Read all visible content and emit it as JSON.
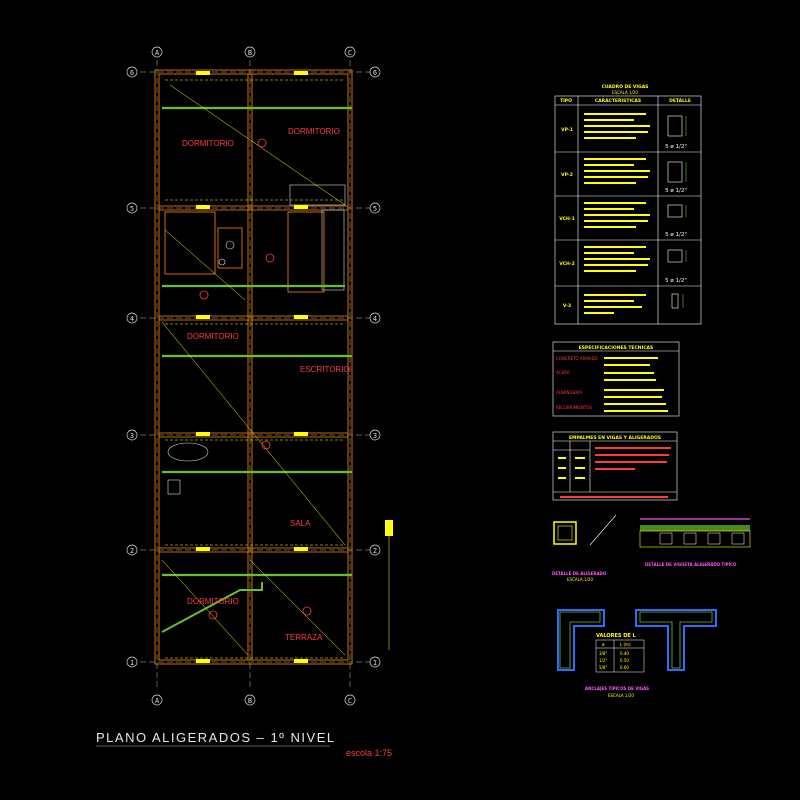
{
  "title": "PLANO ALIGERADOS – 1º NIVEL",
  "scale_label": "escola 1:75",
  "grid_letters": [
    "A",
    "B",
    "C"
  ],
  "grid_numbers": [
    "6",
    "5",
    "4",
    "3",
    "2",
    "1"
  ],
  "rooms": {
    "dormitorio_1": "DORMITORIO",
    "dormitorio_2": "DORMITORIO",
    "dormitorio_3": "DORMITORIO",
    "escritorio": "ESCRITORIO",
    "sala": "SALA",
    "dormitorio_4": "DORMITORIO",
    "terraza": "TERRAZA"
  },
  "beam_table": {
    "title": "CUADRO DE VIGAS",
    "subtitle": "ESCALA 1/20",
    "headers": [
      "TIPO",
      "CARACTERISTICAS",
      "DETALLE"
    ],
    "rows": [
      {
        "tipo": "VP-1",
        "bars": "5 ø 1/2\""
      },
      {
        "tipo": "VP-2",
        "bars": "5 ø 1/2\""
      },
      {
        "tipo": "VCH-1",
        "bars": "5 ø 1/2\""
      },
      {
        "tipo": "VCH-2",
        "bars": "5 ø 1/2\""
      },
      {
        "tipo": "V-3",
        "bars": ""
      }
    ]
  },
  "specs_table": {
    "title": "ESPECIFICACIONES TECNICAS",
    "lines": [
      "CONCRETO ARMADO",
      "ACERO",
      "ALBAÑILERIA",
      "RECUBRIMIENTOS"
    ]
  },
  "splices_table": {
    "title": "EMPALMES EN VIGAS Y ALIGERADOS"
  },
  "details": {
    "slab": "DETALLE DE ALIGERADO",
    "slab_scale": "ESCALA 1/20",
    "beam_section": "DETALLE DE VIGUETA ALIGERADO TIPICO",
    "anchor": "ANCLAJES TIPICOS DE VIGAS",
    "anchor_scale": "ESCALA 1/20",
    "values_title": "VALORES DE L",
    "values": [
      [
        "ø",
        "L (m)"
      ],
      [
        "3/8\"",
        "0.40"
      ],
      [
        "1/2\"",
        "0.50"
      ],
      [
        "5/8\"",
        "0.60"
      ]
    ]
  },
  "colors": {
    "wall": "#ff8a00",
    "beam": "#ffff00",
    "rib": "#6bbf2f",
    "room_text": "#ff3b3b",
    "table_line": "#ffffff"
  }
}
